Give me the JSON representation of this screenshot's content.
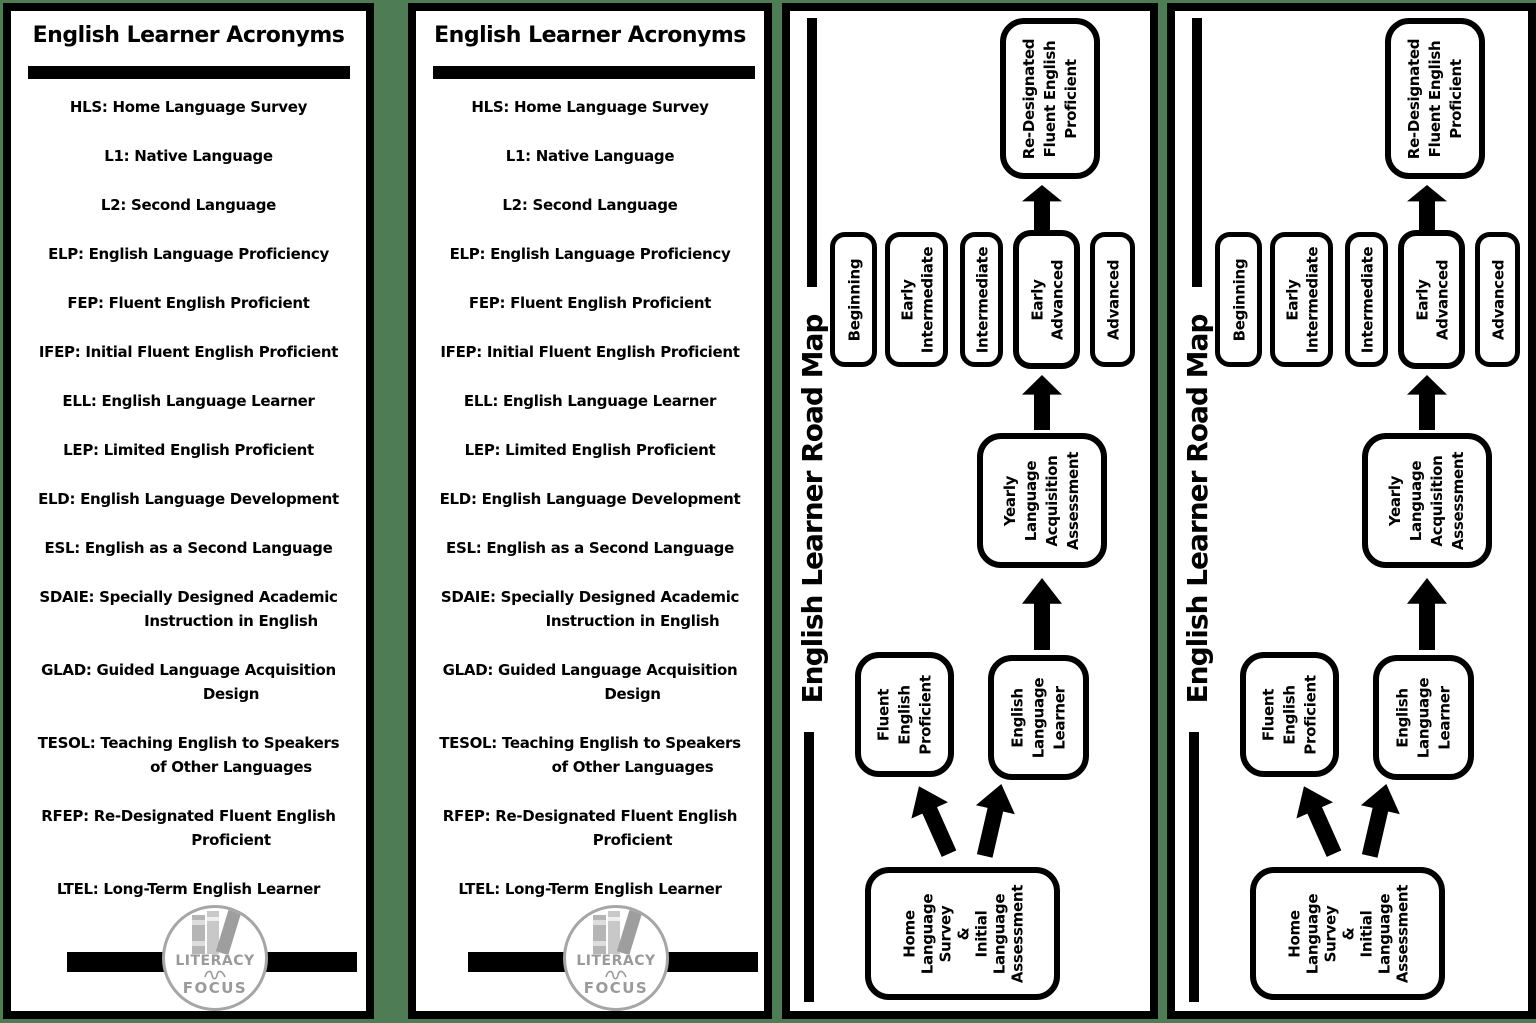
{
  "colors": {
    "background_green": "#4e7d55",
    "panel_background": "#ffffff",
    "ink": "#000000",
    "logo_gray": "#9a9a9a"
  },
  "acronyms": {
    "title": "English Learner Acronyms",
    "items": [
      {
        "l1": "HLS: Home Language Survey"
      },
      {
        "l1": "L1: Native Language"
      },
      {
        "l1": "L2: Second Language"
      },
      {
        "l1": "ELP: English Language Proficiency"
      },
      {
        "l1": "FEP: Fluent English Proficient"
      },
      {
        "l1": "IFEP: Initial Fluent English Proficient"
      },
      {
        "l1": "ELL: English Language Learner"
      },
      {
        "l1": "LEP: Limited English Proficient"
      },
      {
        "l1": "ELD: English Language Development"
      },
      {
        "l1": "ESL: English as a Second Language"
      },
      {
        "l1": "SDAIE: Specially Designed Academic",
        "l2": "Instruction in English"
      },
      {
        "l1": "GLAD: Guided Language Acquisition",
        "l2": "Design"
      },
      {
        "l1": "TESOL: Teaching English to Speakers",
        "l2": "of Other Languages"
      },
      {
        "l1": "RFEP: Re-Designated Fluent English",
        "l2": "Proficient"
      },
      {
        "l1": "LTEL: Long-Term English Learner"
      }
    ],
    "logo": {
      "top": "LITERACY",
      "middle": "in",
      "bottom": "FOCUS"
    }
  },
  "roadmap": {
    "title": "English Learner Road Map",
    "redesignated": "Re-Designated\nFluent English\nProficient",
    "levels": [
      "Beginning",
      "Early\nIntermediate",
      "Intermediate",
      "Early\nAdvanced",
      "Advanced"
    ],
    "yearly": "Yearly\nLanguage\nAcquisition\nAssessment",
    "fep": "Fluent\nEnglish\nProficient",
    "ell": "English\nLanguage\nLearner",
    "hls": "Home\nLanguage\nSurvey\n&\nInitial\nLanguage\nAssessment"
  }
}
